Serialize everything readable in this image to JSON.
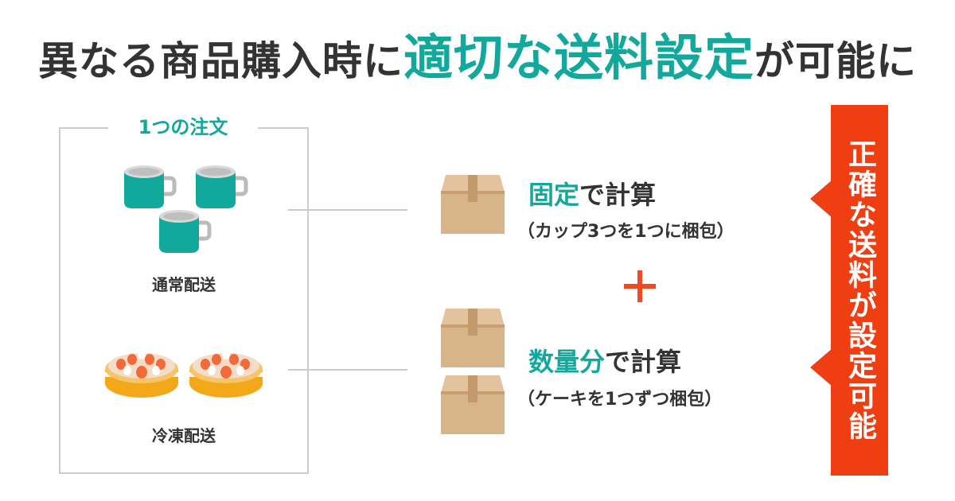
{
  "headline": {
    "pre": "異なる商品購入時に",
    "highlight": "適切な送料設定",
    "post": "が可能に"
  },
  "order": {
    "title": "1つの注文",
    "regular_label": "通常配送",
    "frozen_label": "冷凍配送",
    "items": {
      "regular": "mug-icon",
      "frozen": "cake-icon"
    }
  },
  "fixed": {
    "title_accent": "固定",
    "title_rest": "で計算",
    "note": "（カップ3つを1つに梱包）"
  },
  "quantity": {
    "title_accent": "数量分",
    "title_rest": "で計算",
    "note": "（ケーキを1つずつ梱包）"
  },
  "banner": {
    "text": "正確な送料が設定可能"
  },
  "colors": {
    "accent": "#12a89c",
    "banner": "#ee3e12",
    "plus": "#f04a22",
    "box": "#d8b48a",
    "text": "#333333"
  }
}
